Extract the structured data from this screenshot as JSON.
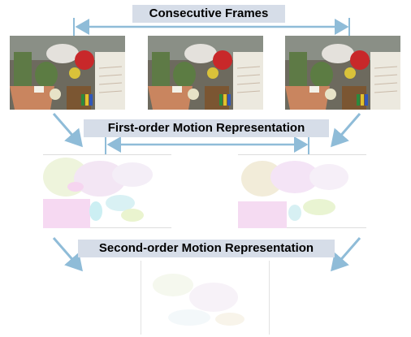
{
  "labels": {
    "frames": "Consecutive Frames",
    "first_order": "First-order Motion Representation",
    "second_order": "Second-order Motion Representation"
  },
  "colors": {
    "arrow": "#8fbcd8",
    "label_bg": "#d6dde8"
  }
}
